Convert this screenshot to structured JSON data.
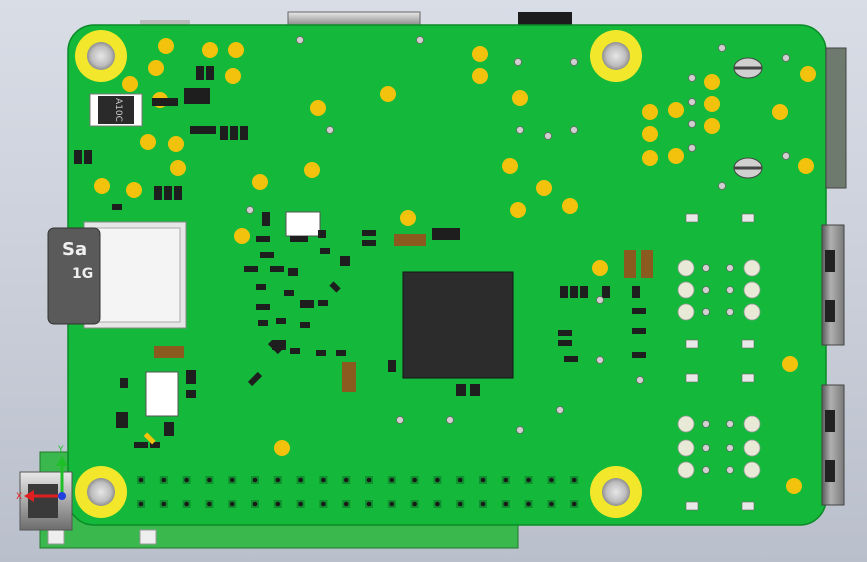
{
  "app": {
    "title": ""
  },
  "sd_card": {
    "label": "Sa",
    "capacity": "1G"
  },
  "regulator": {
    "marking": "A10C"
  },
  "axis_triad": {
    "x_label": "X",
    "y_label": "Y"
  },
  "colors": {
    "board": "#14b83a",
    "board_edge": "#0d9a2e",
    "pad": "#f2c20c",
    "silver": "#c9c9c9",
    "chip": "#2c2c2c",
    "component": "#1e1e1e",
    "brown": "#8b5a1e",
    "background": "#c9ced8"
  }
}
